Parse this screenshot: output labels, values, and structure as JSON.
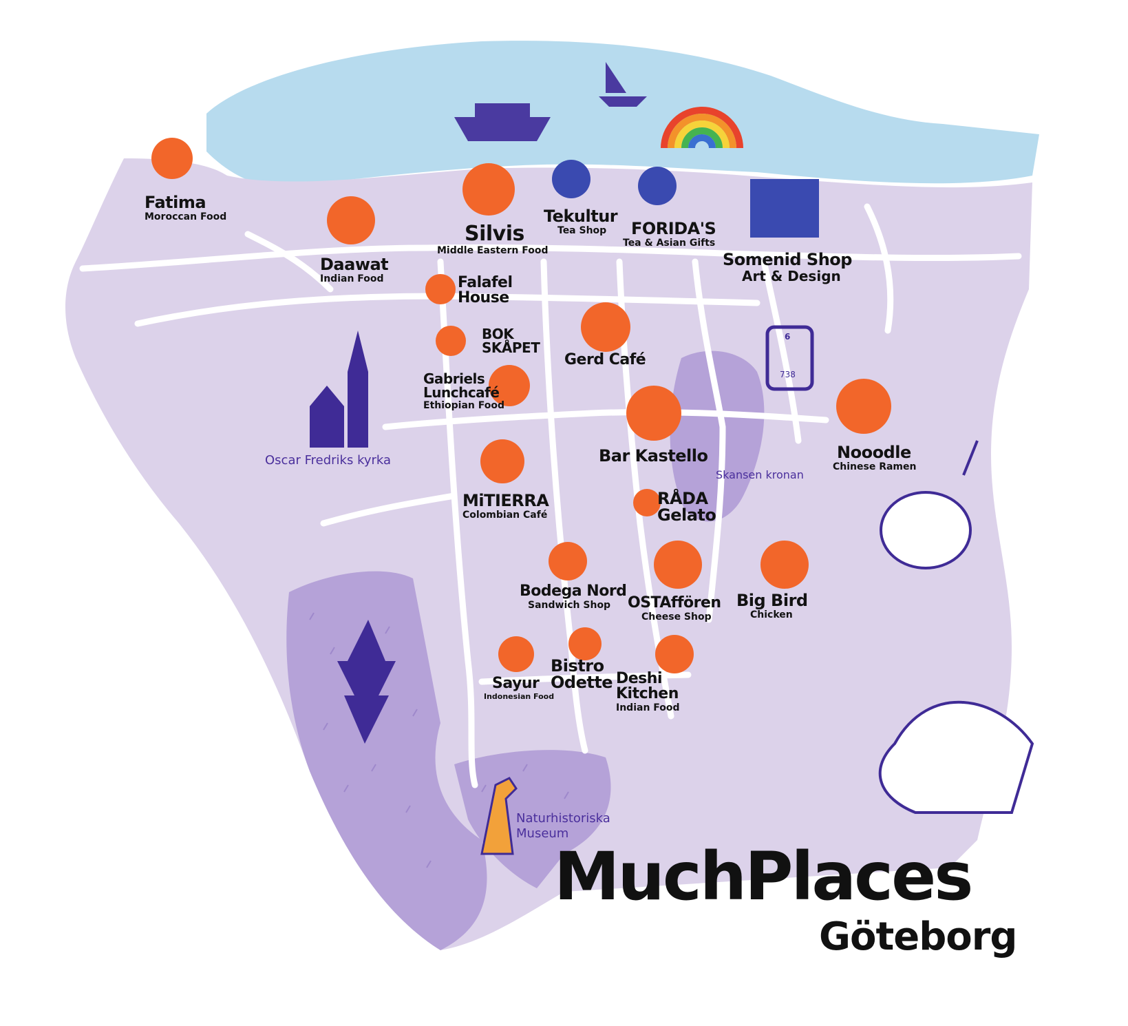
{
  "title": "MuchPlaces",
  "city": "Göteborg",
  "colors": {
    "water": "#b7dbee",
    "land": "#dcd2ea",
    "park": "#b5a2d8",
    "road": "#ffffff",
    "accent_orange": "#f2662a",
    "accent_purple": "#3f2b96"
  },
  "places": [
    {
      "name": "Fatima",
      "sub": "Moroccan Food",
      "icon": "teapot-icon"
    },
    {
      "name": "Daawat",
      "sub": "Indian Food",
      "icon": "curry-pot-icon"
    },
    {
      "name": "Silvis",
      "sub": "Middle Eastern Food",
      "icon": "kebab-plate-icon"
    },
    {
      "name": "Tekultur",
      "sub": "Tea Shop",
      "icon": "kettle-icon"
    },
    {
      "name": "FORIDA'S",
      "sub": "Tea & Asian Gifts",
      "icon": "bubble-tea-icon"
    },
    {
      "name": "Somenid Shop",
      "sub": "Art & Design",
      "icon": "tote-bag-icon"
    },
    {
      "name": "Falafel House",
      "sub": "",
      "icon": "falafel-wrap-icon"
    },
    {
      "name": "BOK SKÅPET",
      "sub": "",
      "icon": "book-icon"
    },
    {
      "name": "Gerd Café",
      "sub": "",
      "icon": "coffee-cup-icon"
    },
    {
      "name": "Gabriels Lunchcafé",
      "sub": "Ethiopian Food",
      "icon": "injera-icon"
    },
    {
      "name": "Bar Kastello",
      "sub": "",
      "icon": "coffee-pastry-icon"
    },
    {
      "name": "Nooodle",
      "sub": "Chinese Ramen",
      "icon": "ramen-bowl-icon"
    },
    {
      "name": "MiTIERRA",
      "sub": "Colombian Café",
      "icon": "empanada-icon"
    },
    {
      "name": "RÅDA Gelato",
      "sub": "",
      "icon": "ice-cream-icon"
    },
    {
      "name": "Bodega Nord",
      "sub": "Sandwich Shop",
      "icon": "sandwich-icon"
    },
    {
      "name": "OSTAffören",
      "sub": "Cheese Shop",
      "icon": "cheese-icon"
    },
    {
      "name": "Big Bird",
      "sub": "Chicken",
      "icon": "burger-icon"
    },
    {
      "name": "Sayur",
      "sub": "Indonesian Food",
      "icon": "noodle-plate-icon"
    },
    {
      "name": "Bistro Odette",
      "sub": "",
      "icon": "wine-glass-icon"
    },
    {
      "name": "Deshi Kitchen",
      "sub": "Indian Food",
      "icon": "samosa-icon"
    }
  ],
  "landmarks": [
    {
      "name": "Oscar Fredriks kyrka",
      "icon": "church-icon"
    },
    {
      "name": "Skansen kronan",
      "icon": "fortress-icon"
    },
    {
      "name": "Naturhistoriska Museum",
      "icon": "giraffe-icon"
    }
  ],
  "tram": {
    "line": "6",
    "number": "738"
  }
}
